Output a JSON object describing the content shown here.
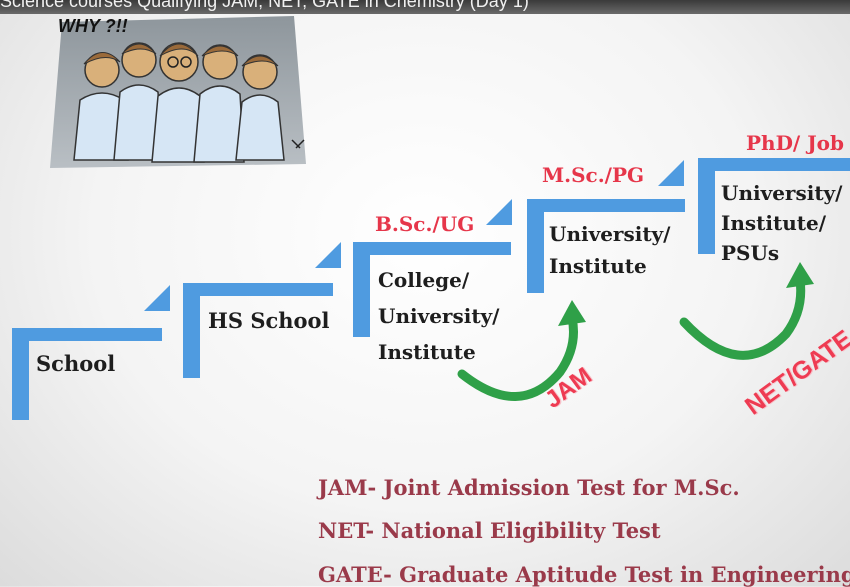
{
  "slide": {
    "title": "Science courses Qualifying JAM, NET, GATE in Chemistry (Day 1)"
  },
  "cartoon": {
    "caption": "WHY ?!!",
    "icon": "students-confused-cartoon"
  },
  "steps": [
    {
      "level": "",
      "text": "School"
    },
    {
      "level": "",
      "text": "HS School"
    },
    {
      "level": "B.Sc./UG",
      "text": "College/\nUniversity/\nInstitute"
    },
    {
      "level": "M.Sc./PG",
      "text": "University/\nInstitute"
    },
    {
      "level": "PhD/ Job",
      "text": "University/\nInstitute/\nPSUs"
    }
  ],
  "transitions": [
    {
      "exam": "JAM",
      "icon": "green-curved-arrow-icon"
    },
    {
      "exam": "NET/GATE",
      "icon": "green-curved-arrow-icon"
    }
  ],
  "legend": [
    "JAM- Joint Admission Test for M.Sc.",
    "NET- National Eligibility Test",
    "GATE- Graduate Aptitude Test in Engineering"
  ],
  "colors": {
    "step_blue": "#4f9be0",
    "level_red": "#e6364a",
    "exam_red": "#ee3b52",
    "legend_maroon": "#9a3a4a",
    "arrow_green": "#2fa048"
  }
}
